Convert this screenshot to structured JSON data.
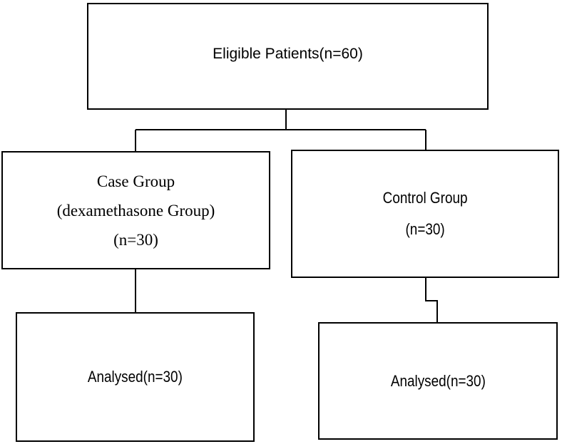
{
  "diagram": {
    "top": {
      "label": "Eligible Patients(n=60)"
    },
    "case_group": {
      "title": "Case Group",
      "subtitle": "(dexamethasone Group)",
      "count": "(n=30)"
    },
    "control_group": {
      "title": "Control Group",
      "count": "(n=30)"
    },
    "analysed_left": {
      "label": "Analysed(n=30)"
    },
    "analysed_right": {
      "label": "Analysed(n=30)"
    }
  }
}
